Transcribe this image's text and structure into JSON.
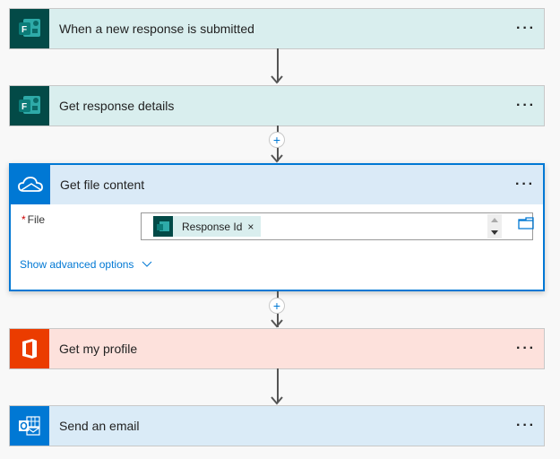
{
  "flow": {
    "steps": [
      {
        "title": "When a new response is submitted",
        "connector": "Microsoft Forms",
        "icon": "forms-icon"
      },
      {
        "title": "Get response details",
        "connector": "Microsoft Forms",
        "icon": "forms-icon"
      },
      {
        "title": "Get file content",
        "connector": "OneDrive",
        "icon": "onedrive-icon",
        "fields": {
          "file_label": "File",
          "required_mark": "*",
          "token_label": "Response Id",
          "token_remove": "×"
        },
        "advanced_label": "Show advanced options"
      },
      {
        "title": "Get my profile",
        "connector": "Office 365",
        "icon": "office-icon"
      },
      {
        "title": "Send an email",
        "connector": "Outlook",
        "icon": "outlook-icon"
      }
    ],
    "more_label": "···",
    "add_label": "+"
  },
  "colors": {
    "accent": "#0078d4",
    "forms": "#034a47",
    "office": "#eb3c00",
    "outlook": "#0078d4"
  }
}
